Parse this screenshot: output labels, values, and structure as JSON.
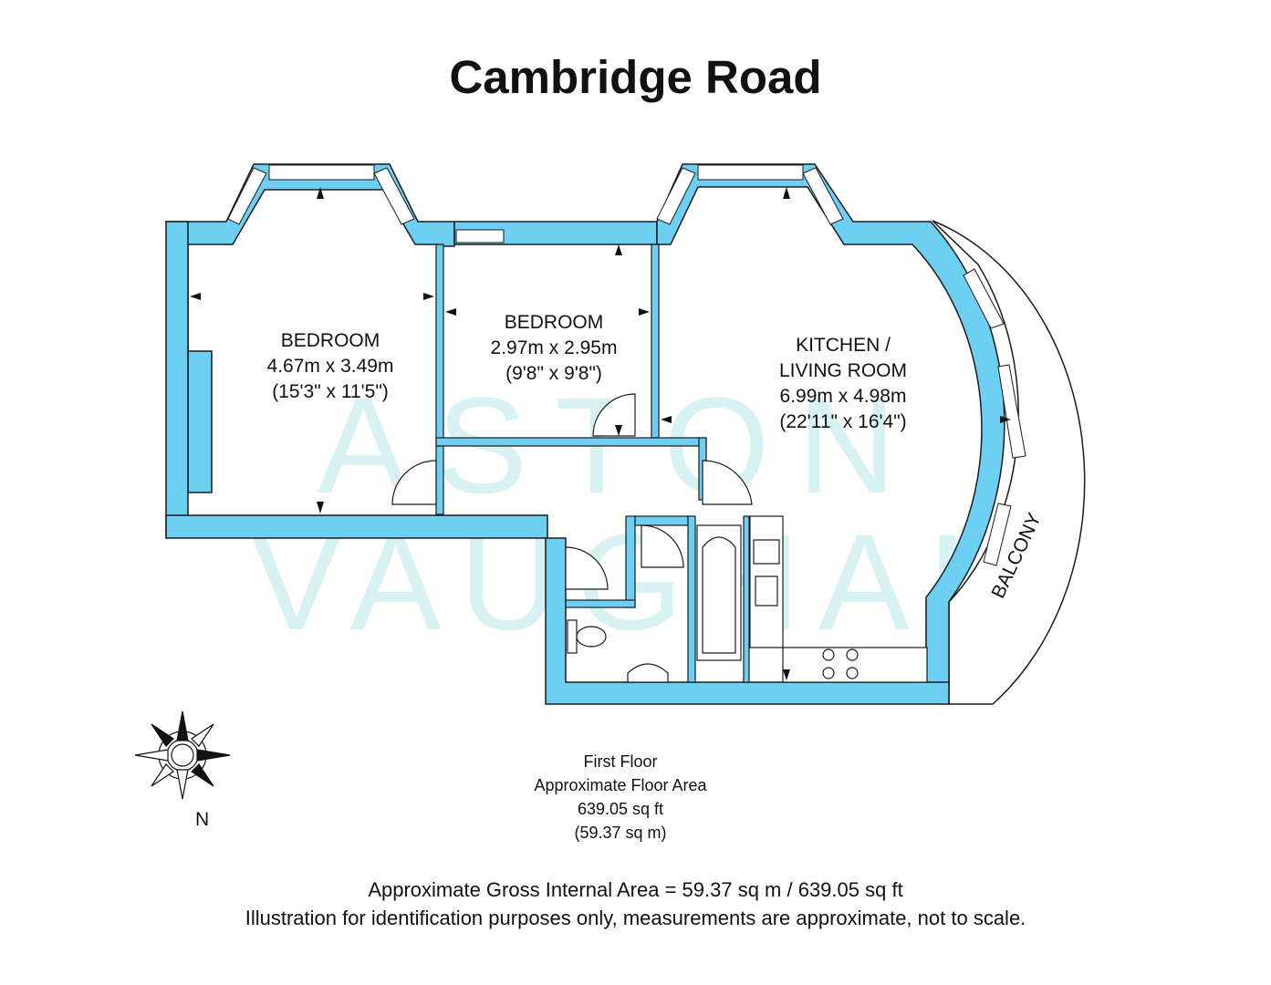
{
  "title": "Cambridge Road",
  "watermark": {
    "line1": "ASTON",
    "line2": "VAUGHAN",
    "color": "#d8f1f3"
  },
  "colors": {
    "wall": "#6dcff2",
    "outline": "#1b1b1b",
    "window_frame": "#ffffff"
  },
  "rooms": {
    "bedroom1": {
      "name": "BEDROOM",
      "metric": "4.67m x 3.49m",
      "imperial": "(15'3\" x 11'5\")"
    },
    "bedroom2": {
      "name": "BEDROOM",
      "metric": "2.97m x 2.95m",
      "imperial": "(9'8\" x 9'8\")"
    },
    "kitchen": {
      "name_line1": "KITCHEN /",
      "name_line2": "LIVING ROOM",
      "metric": "6.99m x 4.98m",
      "imperial": "(22'11\" x 16'4\")"
    },
    "balcony": {
      "name": "BALCONY"
    }
  },
  "floor": {
    "name": "First Floor",
    "area_label": "Approximate Floor Area",
    "area_sqft": "639.05 sq ft",
    "area_sqm": "(59.37 sq m)"
  },
  "compass": {
    "north_label": "N"
  },
  "footer": {
    "line1": "Approximate Gross Internal Area = 59.37 sq m / 639.05 sq ft",
    "line2": "Illustration for identification purposes only, measurements are approximate, not to scale."
  }
}
